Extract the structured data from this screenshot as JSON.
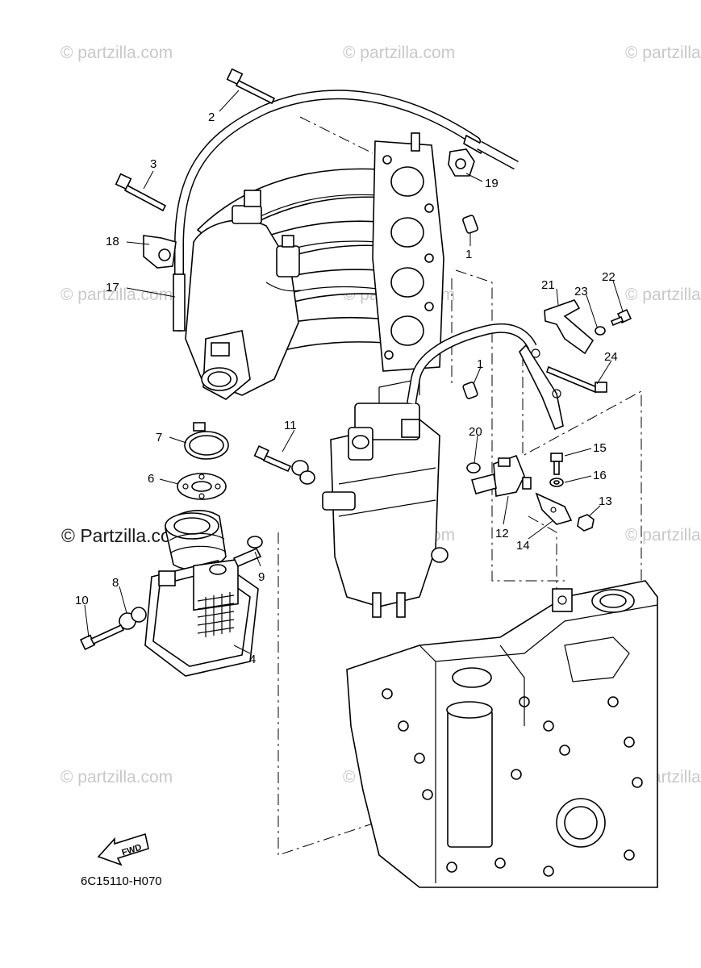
{
  "diagram_code": "6C15110-H070",
  "fwd_label": "FWD",
  "watermark_text": "© Partzilla.com",
  "watermark_text_alt": "© partzilla.com",
  "callouts": {
    "c1a": "1",
    "c1b": "1",
    "c2": "2",
    "c3": "3",
    "c4": "4",
    "c6": "6",
    "c7": "7",
    "c8": "8",
    "c9": "9",
    "c10": "10",
    "c11": "11",
    "c12": "12",
    "c13": "13",
    "c14": "14",
    "c15": "15",
    "c16": "16",
    "c17": "17",
    "c18": "18",
    "c19": "19",
    "c20": "20",
    "c21": "21",
    "c22": "22",
    "c23": "23",
    "c24": "24"
  }
}
